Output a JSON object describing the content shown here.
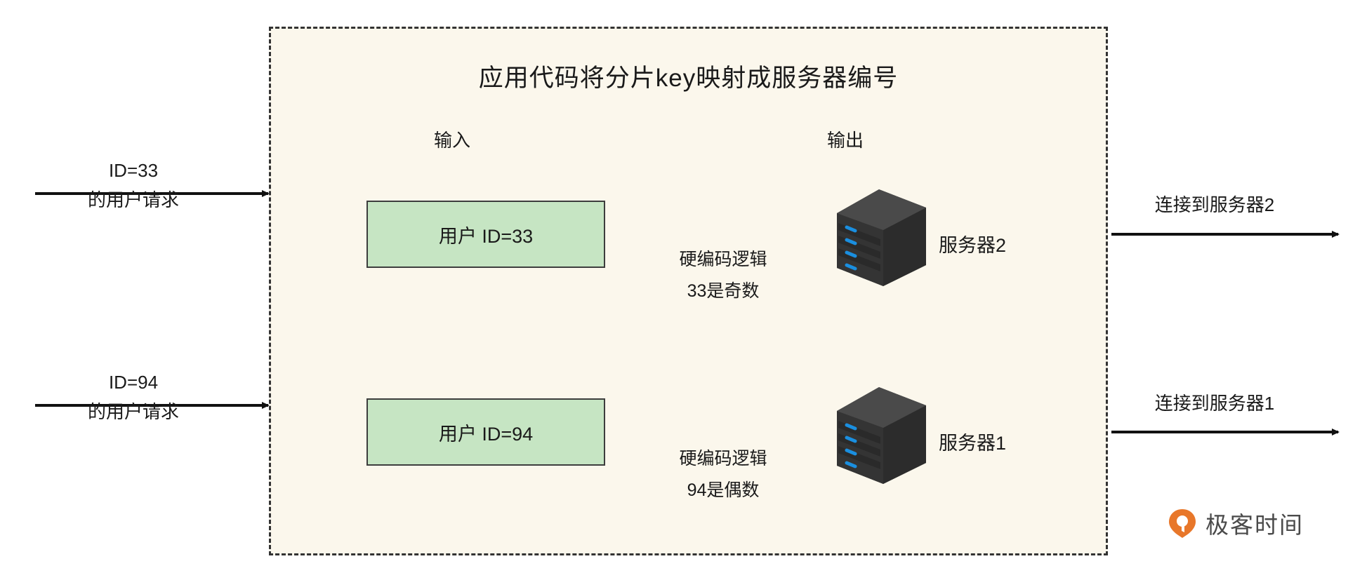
{
  "diagram": {
    "title": "应用代码将分片key映射成服务器编号",
    "columns": {
      "input_label": "输入",
      "output_label": "输出"
    },
    "colors": {
      "panel_background": "#fbf7ec",
      "panel_border": "#333333",
      "id_box_fill": "#c6e5c3",
      "id_box_border": "#3d3d3d",
      "server_body": "#3a3a3a",
      "server_led": "#1a8fe0",
      "arrow": "#111111",
      "brand_orange": "#e8772a"
    },
    "flows": [
      {
        "request_label_line1": "ID=33",
        "request_label_line2": "的用户请求",
        "id_box": "用户 ID=33",
        "logic_line1": "硬编码逻辑",
        "logic_line2": "33是奇数",
        "server_label": "服务器2",
        "output_caption": "连接到服务器2"
      },
      {
        "request_label_line1": "ID=94",
        "request_label_line2": "的用户请求",
        "id_box": "用户 ID=94",
        "logic_line1": "硬编码逻辑",
        "logic_line2": "94是偶数",
        "server_label": "服务器1",
        "output_caption": "连接到服务器1"
      }
    ]
  },
  "brand": {
    "name": "极客时间",
    "mark": "geektime-logo-icon"
  }
}
